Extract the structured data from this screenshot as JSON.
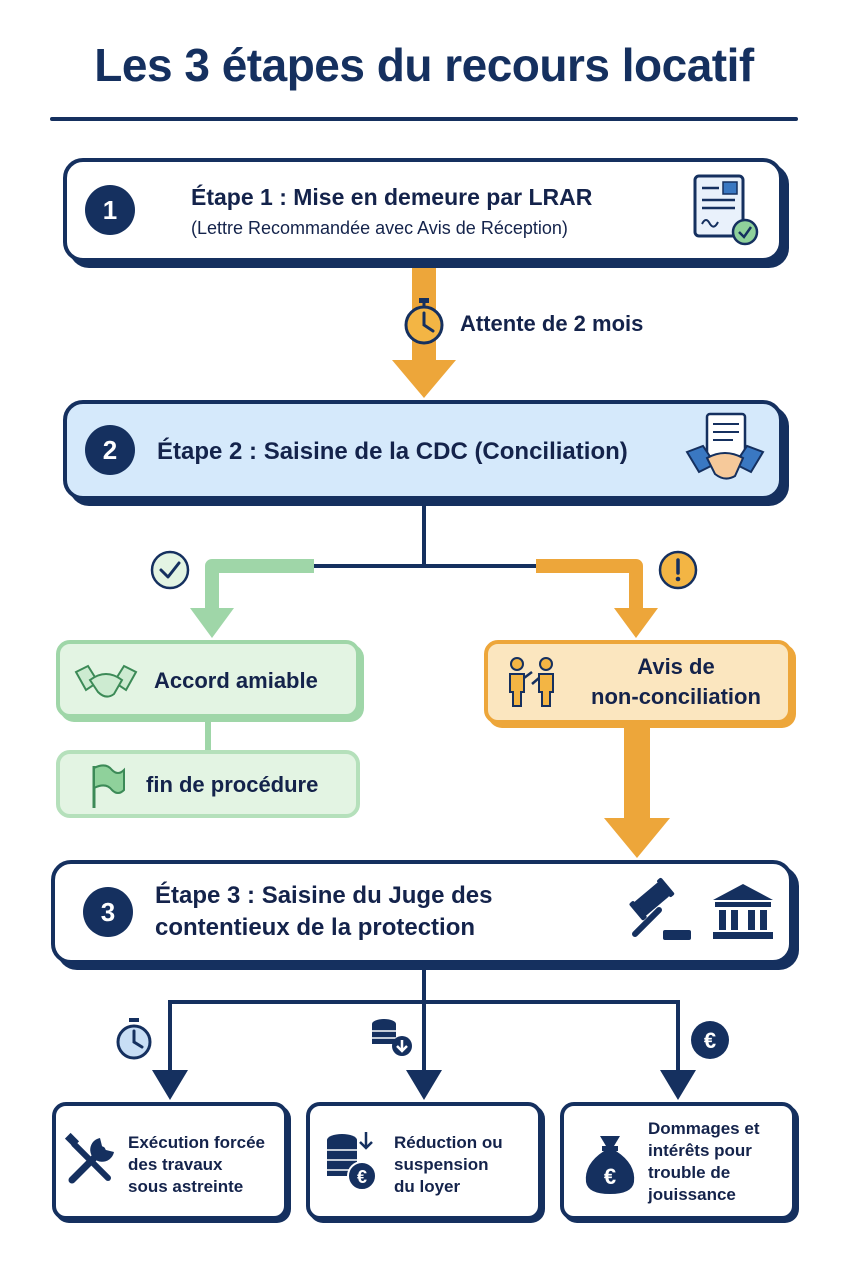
{
  "title": "Les 3 étapes du recours locatif",
  "steps": [
    {
      "number": "1",
      "title": "Étape 1 : Mise en demeure par LRAR",
      "subtitle": "(Lettre Recommandée avec Avis de Réception)",
      "icon": "certified-letter-icon"
    },
    {
      "number": "2",
      "title": "Étape 2 : Saisine de la CDC (Conciliation)",
      "icon": "handshake-document-icon"
    },
    {
      "number": "3",
      "title_line1": "Étape 3 : Saisine du Juge des",
      "title_line2": "contentieux de la protection",
      "icons": [
        "gavel-icon",
        "courthouse-icon"
      ]
    }
  ],
  "wait": {
    "label": "Attente de 2 mois",
    "icon": "stopwatch-icon"
  },
  "branches": {
    "success": {
      "label": "Accord amiable",
      "icon": "handshake-icon",
      "badge_icon": "check-circle-icon",
      "color": "#9fd6a8"
    },
    "end": {
      "label": "fin de procédure",
      "icon": "flag-icon"
    },
    "failure": {
      "label_line1": "Avis de",
      "label_line2": "non-conciliation",
      "icon": "people-disagree-icon",
      "badge_icon": "warning-circle-icon",
      "color": "#eda63a"
    }
  },
  "outcomes": [
    {
      "label": "Exécution forcée\ndes travaux\nsous astreinte",
      "icon": "tools-icon",
      "badge_icon": "stopwatch-icon"
    },
    {
      "label": "Réduction ou\nsuspension\ndu loyer",
      "icon": "coins-euro-icon",
      "badge_icon": "coins-down-icon"
    },
    {
      "label": "Dommages et\nintérêts pour\ntrouble de\njouissance",
      "icon": "money-bag-icon",
      "badge_icon": "euro-circle-icon"
    }
  ],
  "colors": {
    "navy": "#15305f",
    "green": "#9fd6a8",
    "orange": "#eda63a",
    "light_blue": "#d5e9fb"
  }
}
